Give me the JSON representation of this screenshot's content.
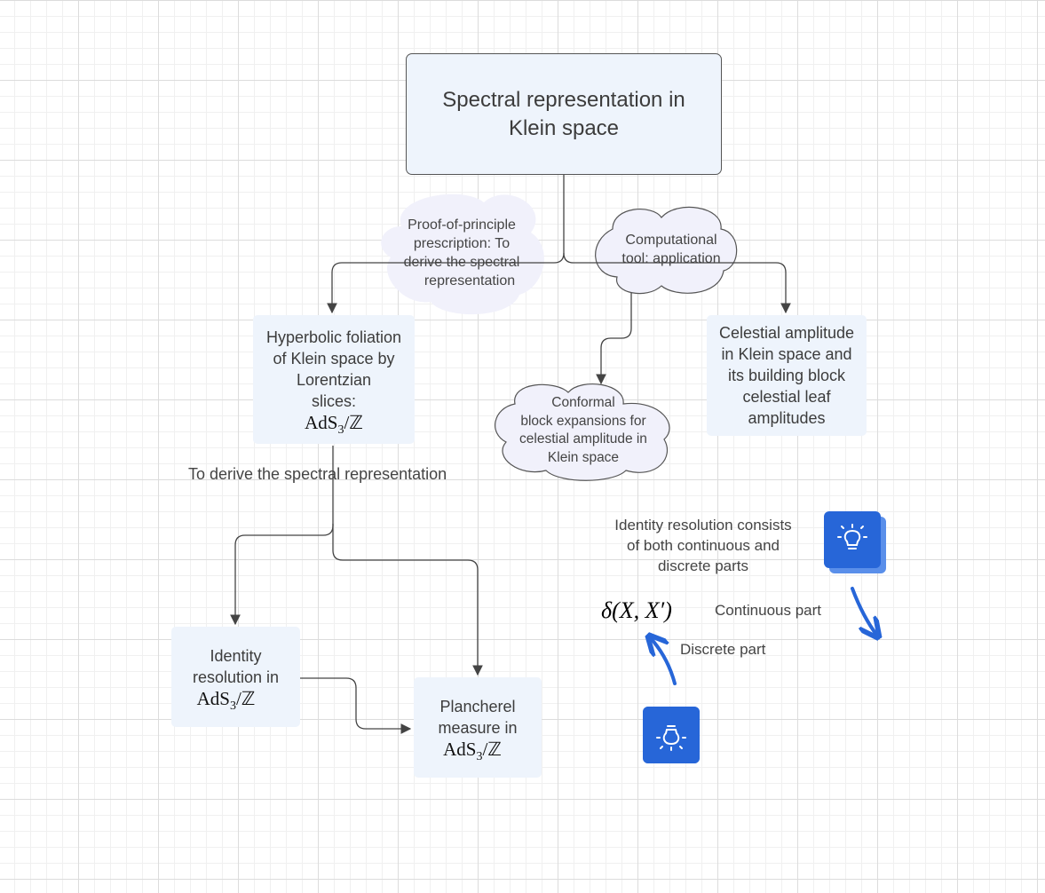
{
  "title_box": {
    "line1": "Spectral representation in",
    "line2": "Klein space"
  },
  "cloud_left": {
    "lines": [
      "Proof-of-principle",
      "prescription: To",
      "derive the spectral",
      "representation"
    ]
  },
  "cloud_right": {
    "lines": [
      "Computational",
      "tool: application"
    ]
  },
  "box_hyperbolic": {
    "lines": [
      "Hyperbolic foliation",
      "of Klein space by",
      "Lorentzian",
      "slices:"
    ],
    "math": "AdS",
    "math_sub": "3",
    "math_tail": "/ℤ"
  },
  "cloud_conformal": {
    "lines": [
      "Conformal",
      "block expansions for",
      "celestial amplitude in",
      "Klein space"
    ]
  },
  "box_celestial": {
    "lines": [
      "Celestial amplitude",
      "in Klein space and",
      "its building block",
      "celestial leaf",
      "amplitudes"
    ]
  },
  "edge_label_derive": "To derive the spectral representation",
  "box_identity": {
    "lines": [
      "Identity",
      "resolution in"
    ],
    "math": "AdS",
    "math_sub": "3",
    "math_tail": "/ℤ"
  },
  "box_plancherel": {
    "lines": [
      "Plancherel",
      "measure in"
    ],
    "math": "AdS",
    "math_sub": "3",
    "math_tail": "/ℤ"
  },
  "note_identity": {
    "lines": [
      "Identity resolution consists",
      "of both continuous and",
      "discrete parts"
    ]
  },
  "delta_expr": "δ(X, X′)",
  "continuous_label": "Continuous part",
  "discrete_label": "Discrete part",
  "icons": {
    "top": "lightbulb-icon",
    "bottom": "lightbulb-icon"
  },
  "colors": {
    "box_fill": "#eef4fc",
    "cloud_fill": "#f1f1fb",
    "icon_blue": "#2766d8",
    "arrow_blue": "#2766d8",
    "edge": "#444444"
  }
}
